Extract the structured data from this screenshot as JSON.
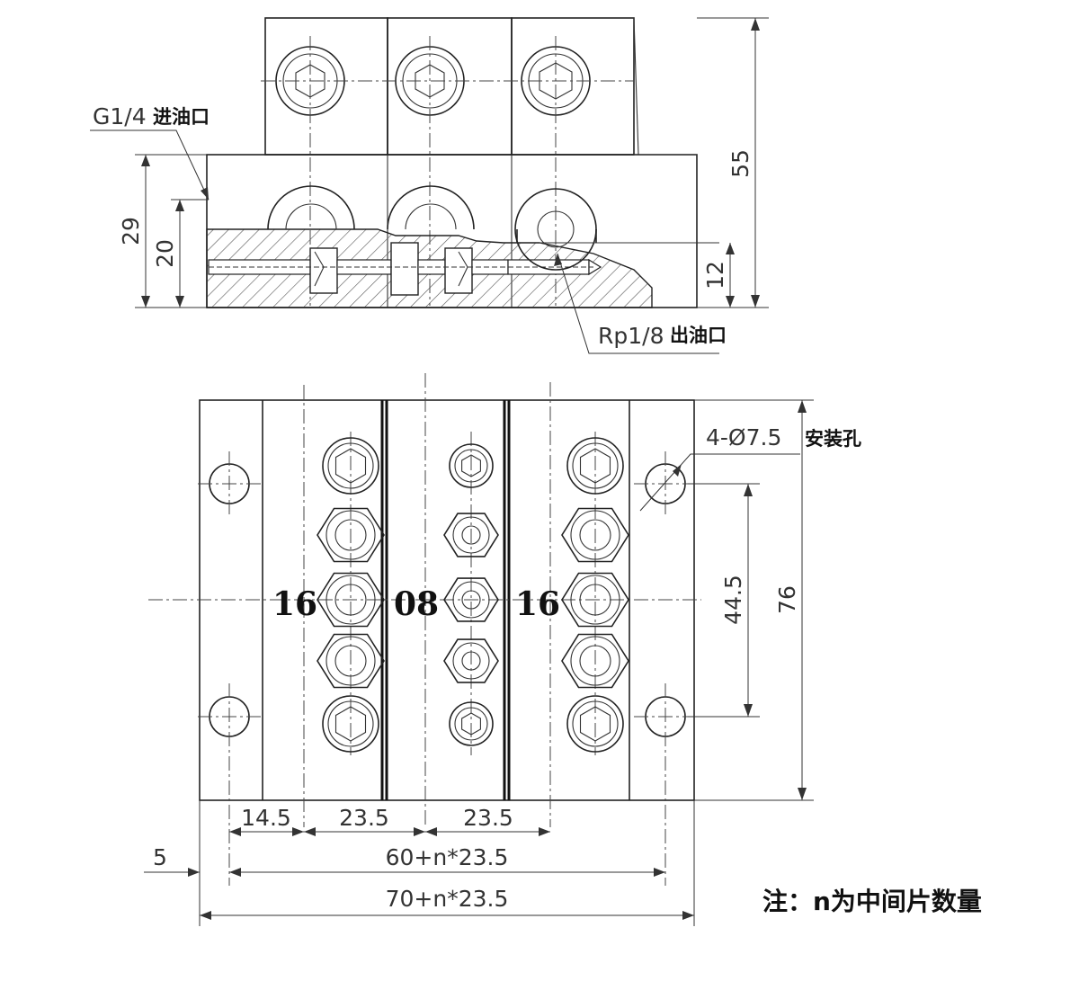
{
  "labels": {
    "inlet_port": "G1/4",
    "inlet_desc": "进油口",
    "outlet_port": "Rp1/8",
    "outlet_desc": "出油口",
    "mount_hole": "4-Ø7.5",
    "mount_desc": "安装孔",
    "note": "注：n为中间片数量"
  },
  "section_codes": [
    "16",
    "08",
    "16"
  ],
  "dimensions": {
    "total_height": "55",
    "base_height": "29",
    "inlet_height": "20",
    "outlet_height": "12",
    "plate_width": "76",
    "hole_spacing": "44.5",
    "edge_offset": "5",
    "first_pitch": "14.5",
    "pitch_1": "23.5",
    "pitch_2": "23.5",
    "hole_distance": "60+n*23.5",
    "overall_length": "70+n*23.5"
  }
}
